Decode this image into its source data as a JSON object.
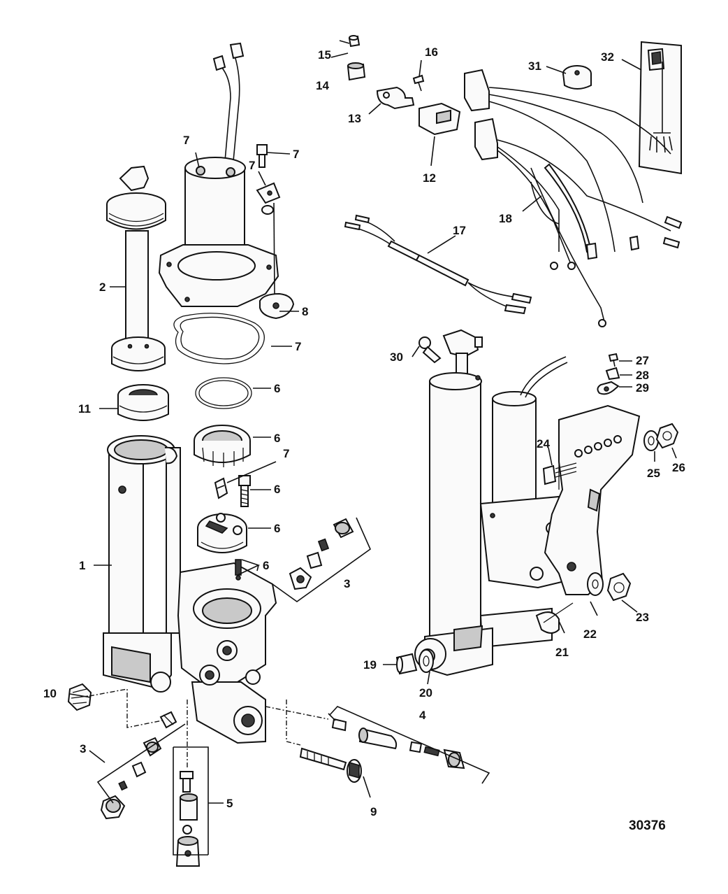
{
  "figure_number": "30376",
  "callouts": {
    "c1": "1",
    "c2": "2",
    "c3a": "3",
    "c3b": "3",
    "c4": "4",
    "c5": "5",
    "c6a": "6",
    "c6b": "6",
    "c6c": "6",
    "c6d": "6",
    "c6e": "6",
    "c7a": "7",
    "c7b": "7",
    "c7c": "7",
    "c7d": "7",
    "c7e": "7",
    "c8": "8",
    "c9": "9",
    "c10": "10",
    "c11": "11",
    "c12": "12",
    "c13": "13",
    "c14": "14",
    "c15": "15",
    "c16": "16",
    "c17": "17",
    "c18": "18",
    "c19": "19",
    "c20": "20",
    "c21": "21",
    "c22": "22",
    "c23": "23",
    "c24": "24",
    "c25": "25",
    "c26": "26",
    "c27": "27",
    "c28": "28",
    "c29": "29",
    "c30": "30",
    "c31": "31",
    "c32": "32"
  }
}
